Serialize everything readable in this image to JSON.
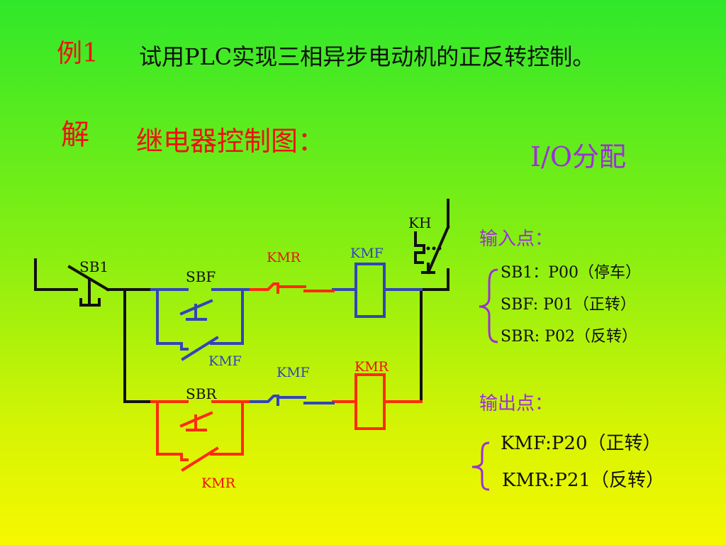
{
  "heading": {
    "example_label": "例1",
    "task": "试用PLC实现三相异步电动机的正反转控制。"
  },
  "solution": {
    "label": "解",
    "relay_title": "继电器控制图："
  },
  "io": {
    "title": "I/O分配",
    "inputs_title": "输入点：",
    "inputs": [
      "SB1：P00（停车）",
      "SBF: P01（正转）",
      "SBR: P02（反转）"
    ],
    "outputs_title": "输出点：",
    "outputs": [
      "KMF:P20（正转）",
      "KMR:P21（反转）"
    ]
  },
  "circuit_labels": {
    "sb1": "SB1",
    "sbf": "SBF",
    "sbr": "SBR",
    "kh": "KH",
    "kmr_interlock_top": "KMR",
    "kmf_coil": "KMF",
    "kmf_holding": "KMF",
    "kmf_interlock_bottom": "KMF",
    "kmr_coil": "KMR",
    "kmr_holding": "KMR"
  },
  "colors": {
    "title_red": "#ee1111",
    "io_purple": "#9b30d6",
    "forward_branch": "#3344bb",
    "reverse_branch": "#ff2a10",
    "main_wire": "#111111"
  }
}
